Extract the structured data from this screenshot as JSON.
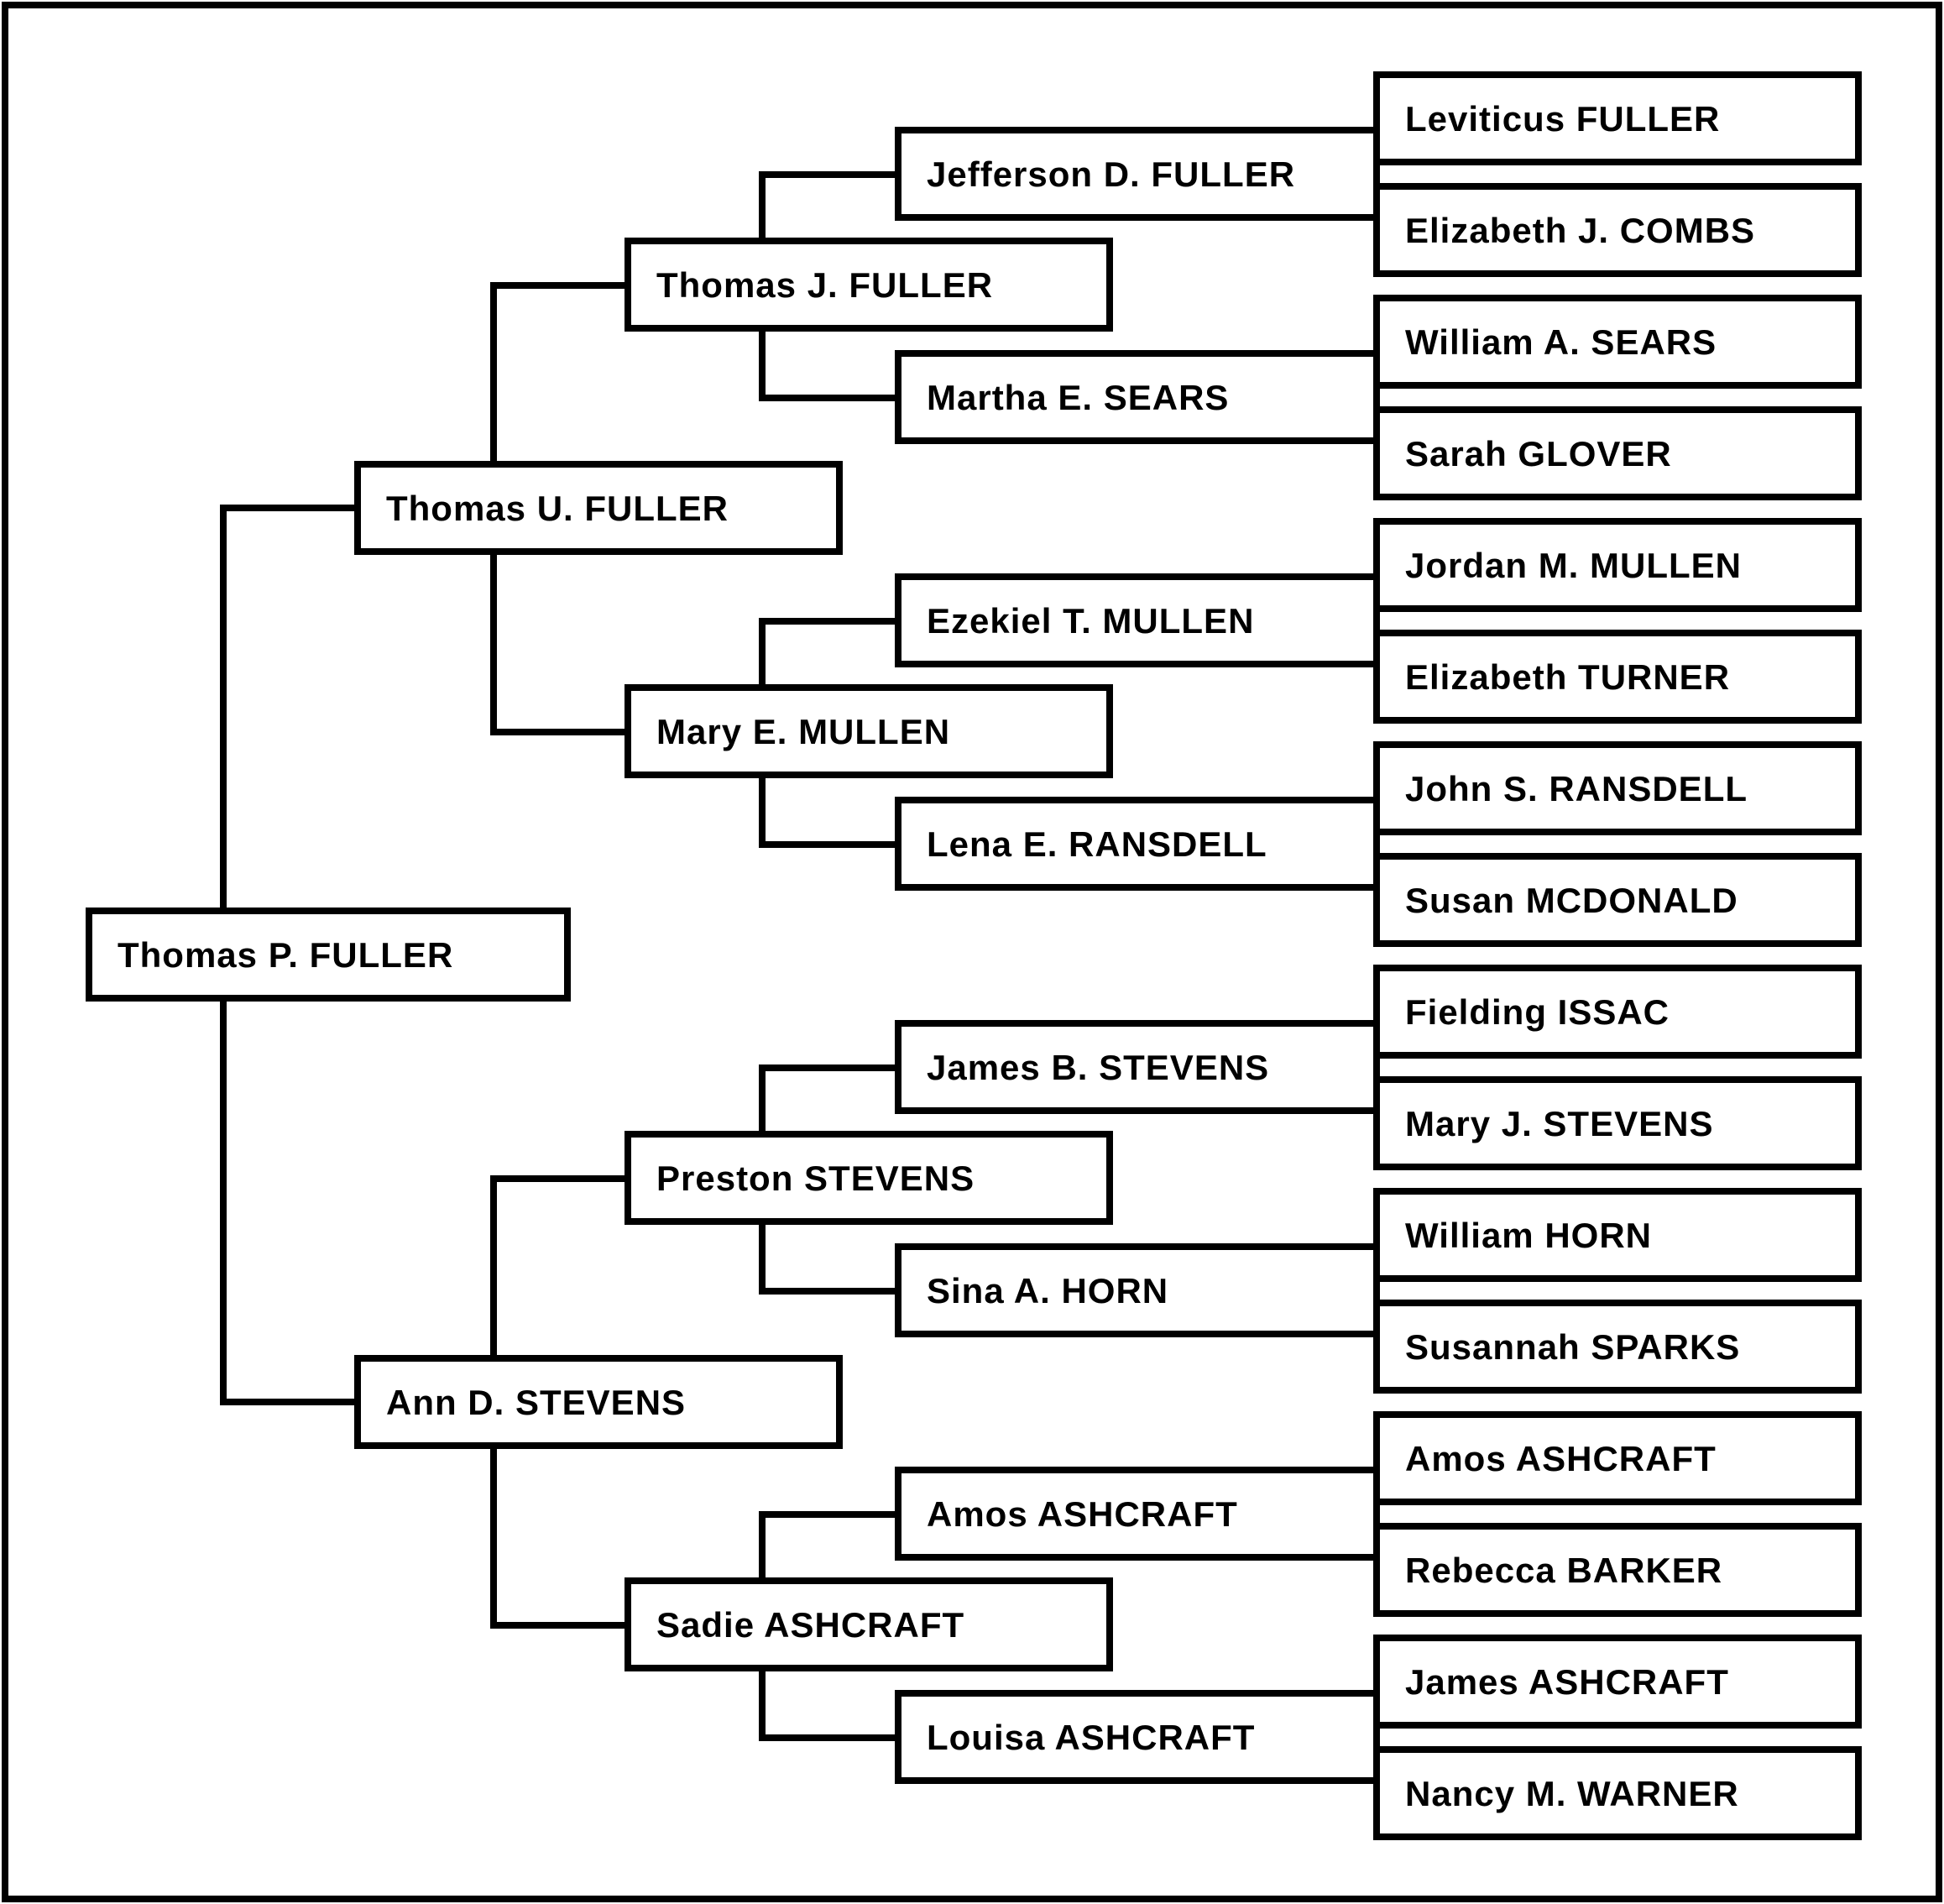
{
  "colors": {
    "line": "#000000",
    "background": "#ffffff",
    "text": "#000000"
  },
  "pedigree": {
    "root": "Thomas P. FULLER",
    "parents": [
      "Thomas U. FULLER",
      "Ann D. STEVENS"
    ],
    "grandparents": [
      "Thomas J. FULLER",
      "Mary E. MULLEN",
      "Preston STEVENS",
      "Sadie ASHCRAFT"
    ],
    "great_grandparents": [
      "Jefferson D. FULLER",
      "Martha E. SEARS",
      "Ezekiel T. MULLEN",
      "Lena E. RANSDELL",
      "James B. STEVENS",
      "Sina A. HORN",
      "Amos ASHCRAFT",
      "Louisa ASHCRAFT"
    ],
    "great_great_grandparents": [
      "Leviticus FULLER",
      "Elizabeth J. COMBS",
      "William A. SEARS",
      "Sarah GLOVER",
      "Jordan M. MULLEN",
      "Elizabeth TURNER",
      "John S. RANSDELL",
      "Susan MCDONALD",
      "Fielding ISSAC",
      "Mary J. STEVENS",
      "William HORN",
      "Susannah SPARKS",
      "Amos ASHCRAFT",
      "Rebecca BARKER",
      "James ASHCRAFT",
      "Nancy M. WARNER"
    ]
  }
}
